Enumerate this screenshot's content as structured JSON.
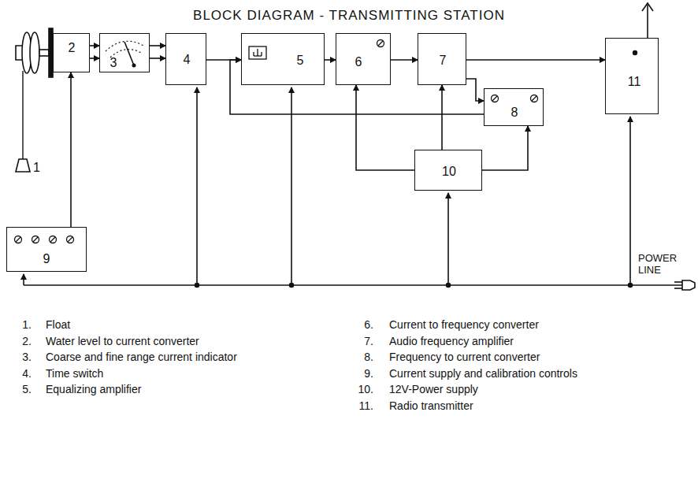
{
  "diagram": {
    "title": "BLOCK DIAGRAM - TRANSMITTING STATION",
    "nodes": [
      {
        "text": [
          "2"
        ]
      },
      {
        "text": [
          "3"
        ]
      },
      {
        "text": [
          "4"
        ]
      },
      {
        "text": [
          "5"
        ]
      },
      {
        "text": [
          "6"
        ]
      },
      {
        "text": [
          "7"
        ]
      },
      {
        "text": [
          "8"
        ]
      },
      {
        "text": [
          "9"
        ]
      },
      {
        "text": [
          "10"
        ]
      },
      {
        "text": [
          "11"
        ]
      }
    ],
    "edges": [
      {
        "from": 0,
        "to": 1,
        "arrow": "to"
      },
      {
        "from": 0,
        "to": 1,
        "arrow": "to"
      },
      {
        "from": 1,
        "to": 2,
        "arrow": "to"
      },
      {
        "from": 1,
        "to": 2,
        "arrow": "to"
      },
      {
        "from": 2,
        "to": 3,
        "arrow": "to"
      },
      {
        "from": 3,
        "to": 4,
        "arrow": "to"
      },
      {
        "from": 4,
        "to": 5,
        "arrow": "to"
      },
      {
        "from": 5,
        "to": 9,
        "arrow": "to"
      },
      {
        "from": 5,
        "to": 6,
        "arrow": "to"
      },
      {
        "from": 6,
        "to": 3,
        "arrow": "to"
      },
      {
        "from": 8,
        "to": 4,
        "arrow": "to"
      },
      {
        "from": 8,
        "to": 5,
        "arrow": "to"
      },
      {
        "from": 8,
        "to": 6,
        "arrow": "to"
      },
      {
        "from": 7,
        "to": 0,
        "arrow": "to"
      }
    ],
    "labels": [
      "1",
      "POWER LINE",
      "1.",
      "Float",
      "2.",
      "Water level to current converter",
      "3.",
      "Coarse and fine range current indicator",
      "4.",
      "Time switch",
      "5.",
      "Equalizing amplifier",
      "6.",
      "Current to frequency converter",
      "7.",
      "Audio frequency amplifier",
      "8.",
      "Frequency to current converter",
      "9.",
      "Current supply and calibration controls",
      "10.",
      "12V-Power supply",
      "11.",
      "Radio transmitter"
    ]
  }
}
